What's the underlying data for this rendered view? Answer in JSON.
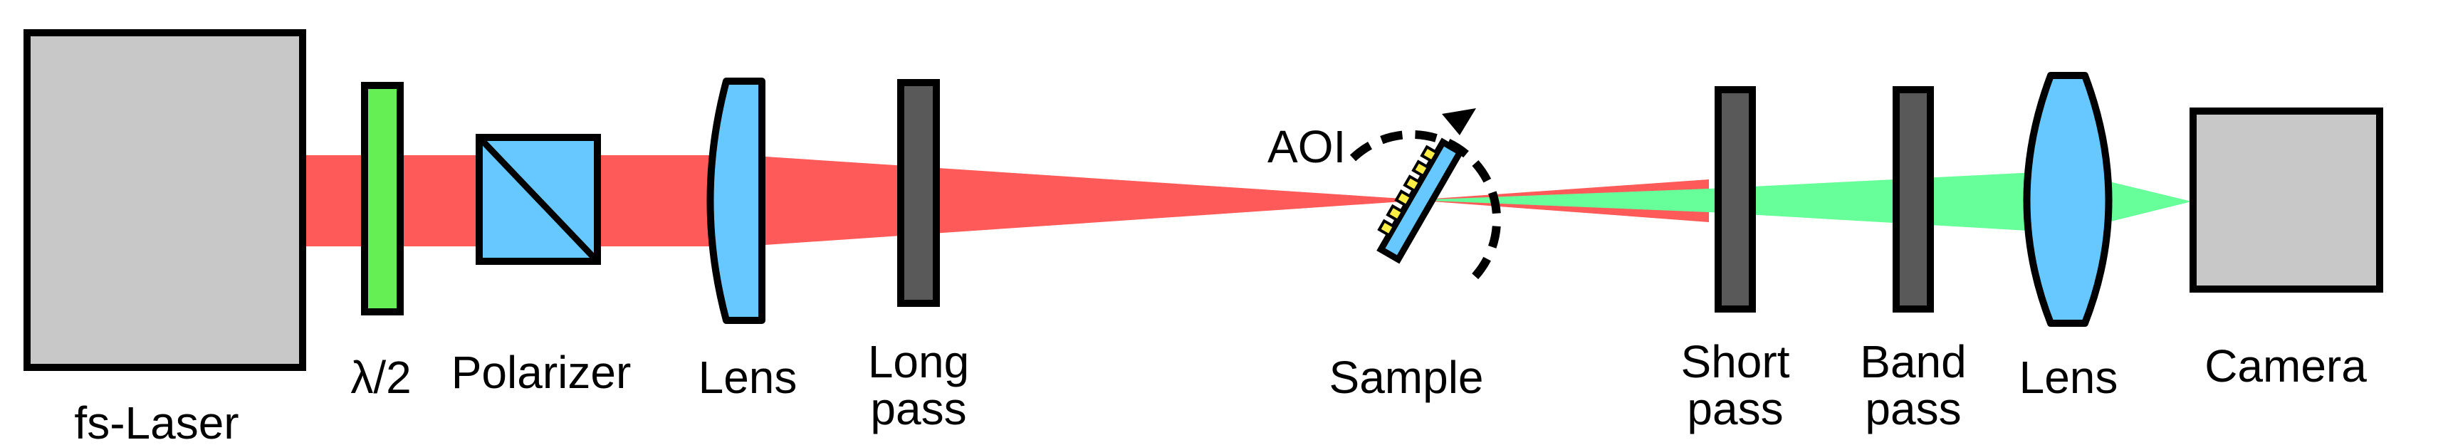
{
  "colors": {
    "laser_beam": "#ff5a5a",
    "green_beam": "#66ff99",
    "housing_gray": "#c8c8c8",
    "waveplate_green": "#66ee55",
    "optic_blue": "#66c8ff",
    "filter_dark": "#595959",
    "nanostructure_yellow": "#ffee44",
    "outline": "#000000"
  },
  "components": {
    "laser": {
      "label": "fs-Laser",
      "icon": "laser-housing"
    },
    "waveplate": {
      "label": "λ/2",
      "icon": "half-wave-plate"
    },
    "polarizer": {
      "label": "Polarizer",
      "icon": "polarizer-cube"
    },
    "lens_in": {
      "label": "Lens",
      "icon": "plano-convex-lens"
    },
    "longpass": {
      "label_lines": [
        "Long",
        "pass"
      ],
      "icon": "filter-plate"
    },
    "sample": {
      "label": "Sample",
      "aoi_label": "AOI",
      "icon": "rotating-sample"
    },
    "shortpass": {
      "label_lines": [
        "Short",
        "pass"
      ],
      "icon": "filter-plate"
    },
    "bandpass": {
      "label_lines": [
        "Band",
        "pass"
      ],
      "icon": "filter-plate"
    },
    "lens_out": {
      "label": "Lens",
      "icon": "biconvex-lens"
    },
    "camera": {
      "label": "Camera",
      "icon": "camera-body"
    }
  }
}
